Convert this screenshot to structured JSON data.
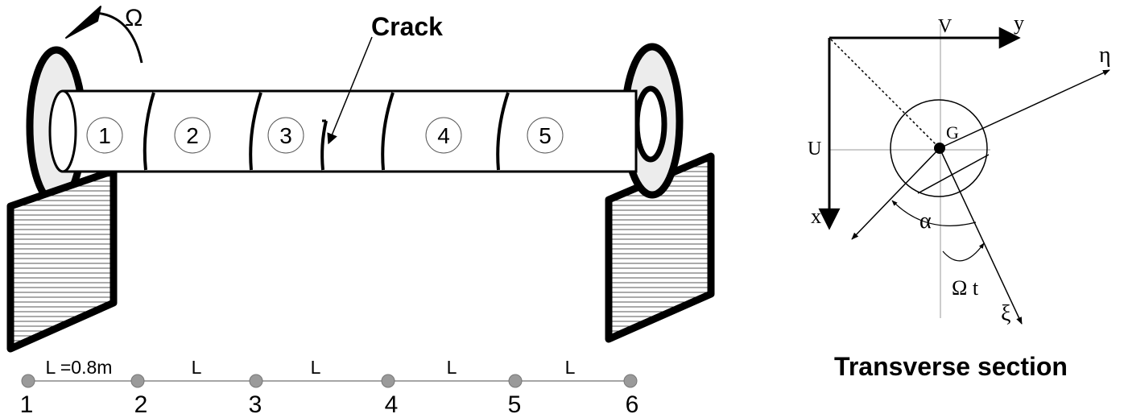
{
  "rotor": {
    "rotation_label": "Ω",
    "crack_label": "Crack",
    "elements": [
      "1",
      "2",
      "3",
      "4",
      "5"
    ]
  },
  "mesh": {
    "nodes": [
      "1",
      "2",
      "3",
      "4",
      "5",
      "6"
    ],
    "lengths": [
      "L =0.8m",
      "L",
      "L",
      "L",
      "L"
    ]
  },
  "section": {
    "title": "Transverse section",
    "axis_y": "y",
    "axis_x": "x",
    "axis_eta": "η",
    "axis_xi": "ξ",
    "label_V": "V",
    "label_U": "U",
    "label_G": "G",
    "label_alpha": "α",
    "label_omega_t": "Ω t"
  },
  "colors": {
    "stroke": "#000000",
    "disk_fill": "#ececec",
    "node_fill": "#9a9a9a",
    "guide": "#9a9a9a"
  }
}
